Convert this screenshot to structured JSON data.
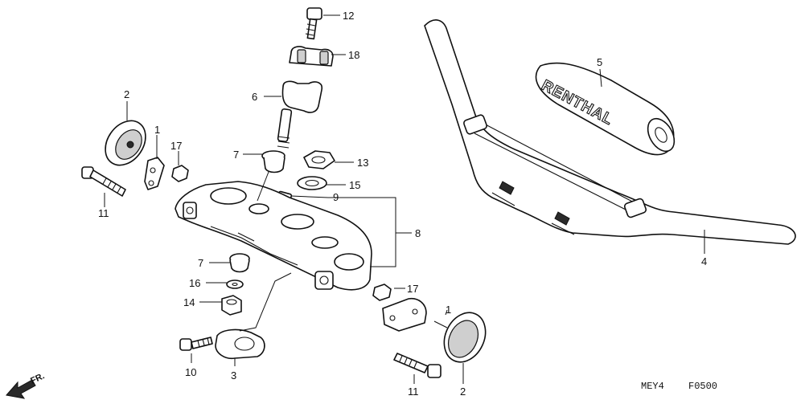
{
  "callouts": {
    "c1": "1",
    "c1b": "1",
    "c2": "2",
    "c2b": "2",
    "c3": "3",
    "c4": "4",
    "c5": "5",
    "c6": "6",
    "c7": "7",
    "c7b": "7",
    "c8": "8",
    "c9": "9",
    "c10": "10",
    "c11": "11",
    "c11b": "11",
    "c12": "12",
    "c13": "13",
    "c14": "14",
    "c15": "15",
    "c16": "16",
    "c17": "17",
    "c17b": "17",
    "c18": "18"
  },
  "grip_brand": "RENTHAL",
  "direction_label": "FR.",
  "code_left": "MEY4",
  "code_right": "F0500"
}
